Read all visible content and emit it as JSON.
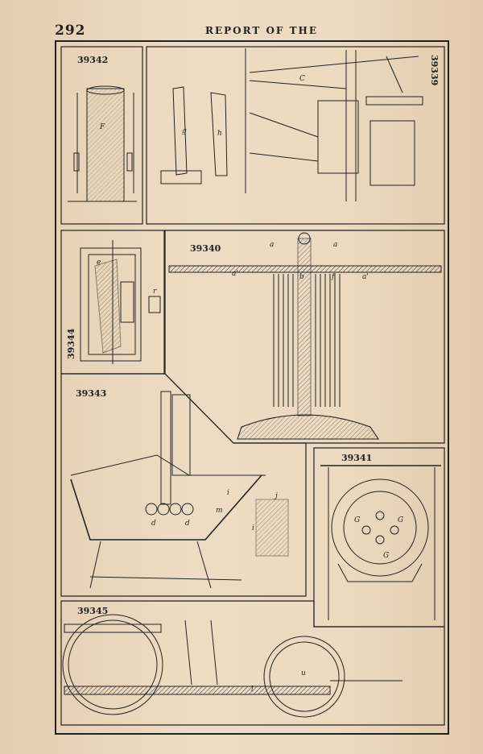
{
  "header": {
    "page_number": "292",
    "running_title": "REPORT OF THE"
  },
  "figures": {
    "f39342": "39342",
    "f39339": "39339",
    "f39340": "39340",
    "f39344": "39344",
    "f39343": "39343",
    "f39341": "39341",
    "f39345": "39345"
  },
  "labels": {
    "F": "F",
    "g": "g",
    "h": "h",
    "c": "C",
    "a": "a",
    "a_prime": "a'",
    "b": "b",
    "f": "f",
    "e": "e",
    "r": "r",
    "d": "d",
    "i": "i",
    "j": "j",
    "m": "m",
    "G": "G",
    "l": "l",
    "u": "u"
  }
}
